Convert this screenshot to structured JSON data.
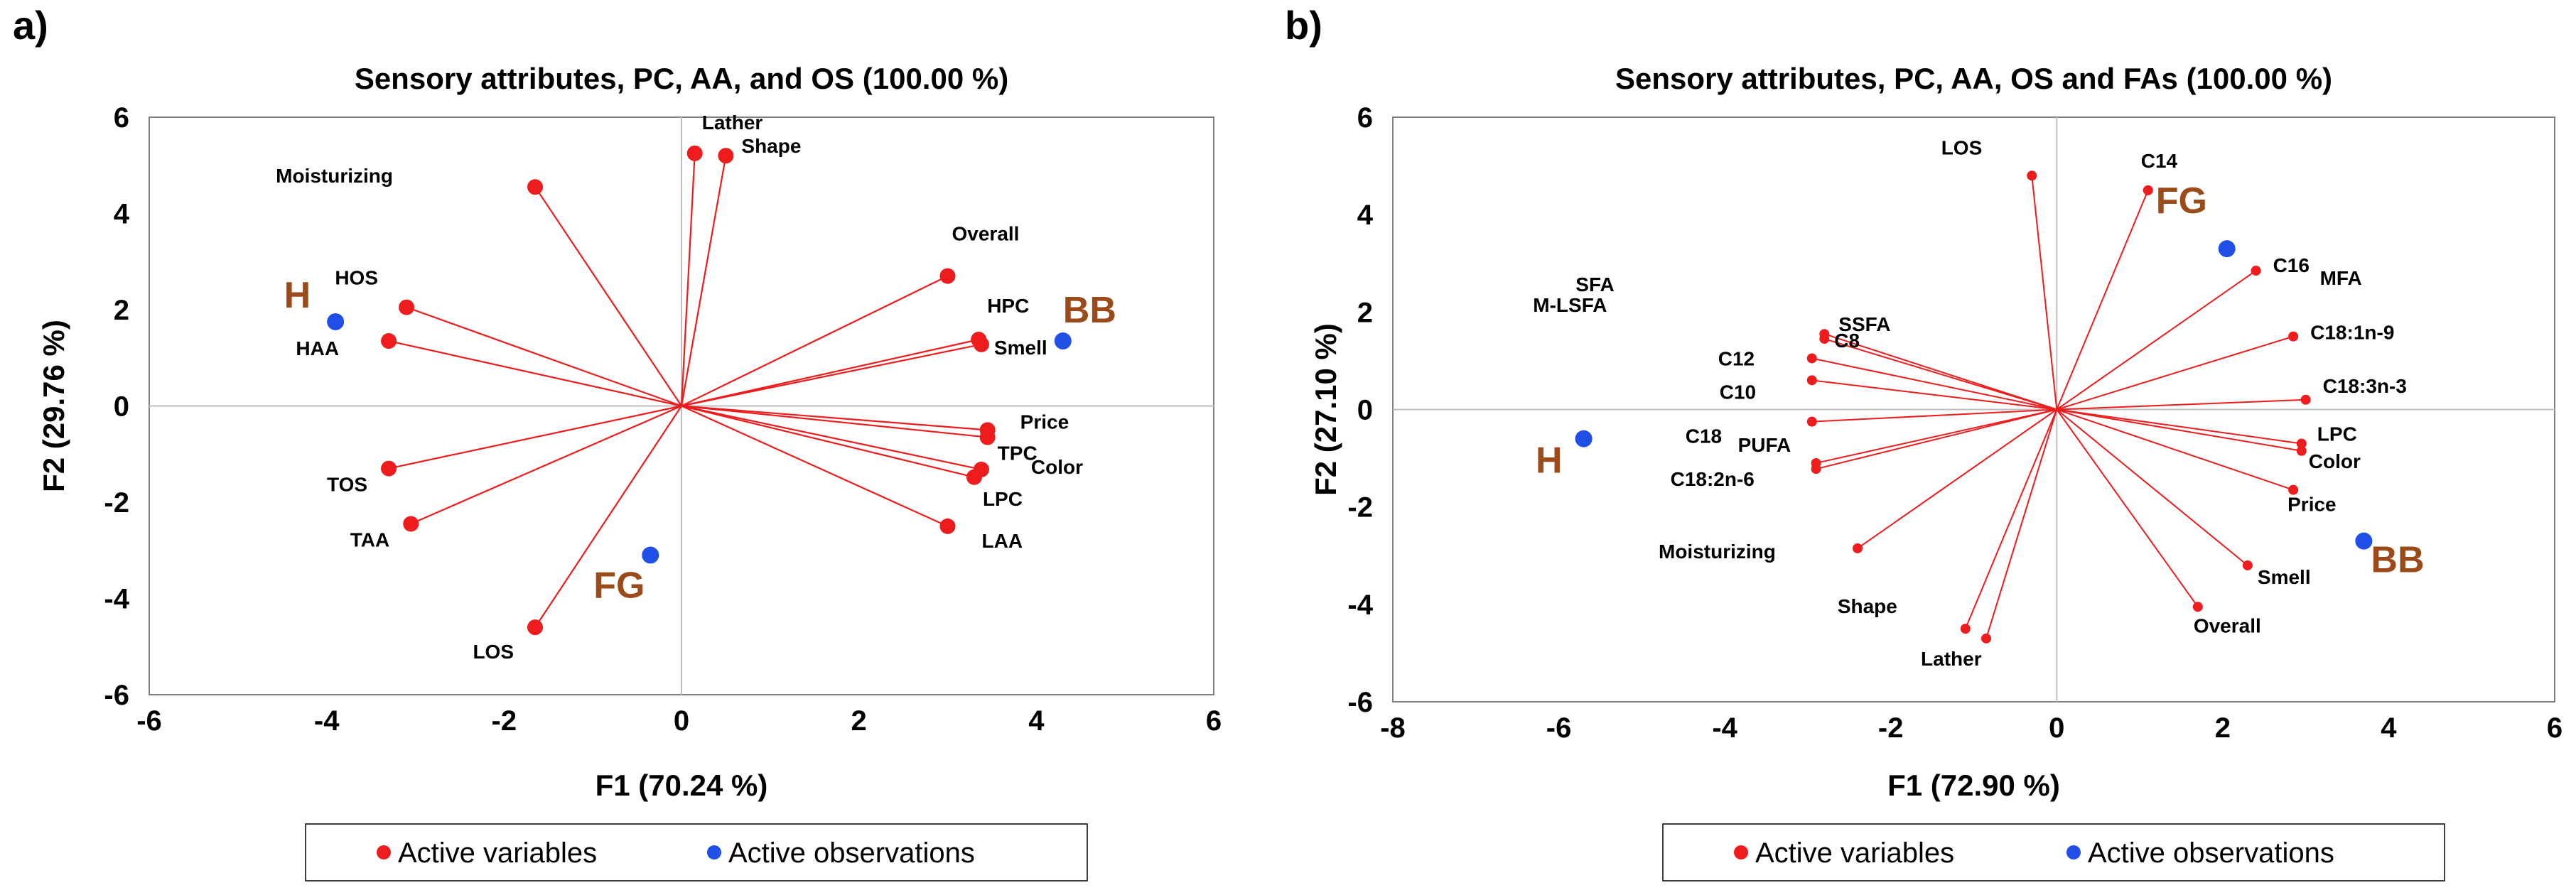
{
  "chart_data": [
    {
      "panel": "a)",
      "type": "scatter",
      "title": "Sensory attributes, PC, AA, and OS (100.00 %)",
      "xlabel": "F1 (70.24 %)",
      "ylabel": "F2 (29.76 %)",
      "xlim": [
        -6,
        6
      ],
      "ylim": [
        -6,
        6
      ],
      "xticks": [
        -6,
        -4,
        -2,
        0,
        2,
        4,
        6
      ],
      "yticks": [
        -6,
        -4,
        -2,
        0,
        2,
        4,
        6
      ],
      "colors": {
        "variables": "#ee1c1c",
        "observations": "#1f4fe6",
        "observation_label": "#9b4a1a",
        "axis": "#bfbfbf"
      },
      "variables": [
        {
          "name": "Lather",
          "x": 0.15,
          "y": 5.25
        },
        {
          "name": "Shape",
          "x": 0.5,
          "y": 5.2
        },
        {
          "name": "Moisturizing",
          "x": -1.65,
          "y": 4.55
        },
        {
          "name": "Overall",
          "x": 3.0,
          "y": 2.7
        },
        {
          "name": "HOS",
          "x": -3.1,
          "y": 2.05
        },
        {
          "name": "HAA",
          "x": -3.3,
          "y": 1.35
        },
        {
          "name": "HPC",
          "x": 3.35,
          "y": 1.38
        },
        {
          "name": "Smell",
          "x": 3.38,
          "y": 1.28
        },
        {
          "name": "Price",
          "x": 3.45,
          "y": -0.5
        },
        {
          "name": "TPC",
          "x": 3.45,
          "y": -0.65
        },
        {
          "name": "Color",
          "x": 3.38,
          "y": -1.32
        },
        {
          "name": "LPC",
          "x": 3.3,
          "y": -1.48
        },
        {
          "name": "LAA",
          "x": 3.0,
          "y": -2.5
        },
        {
          "name": "TOS",
          "x": -3.3,
          "y": -1.3
        },
        {
          "name": "TAA",
          "x": -3.05,
          "y": -2.45
        },
        {
          "name": "LOS",
          "x": -1.65,
          "y": -4.6
        }
      ],
      "observations": [
        {
          "name": "H",
          "x": -3.9,
          "y": 1.75
        },
        {
          "name": "BB",
          "x": 4.3,
          "y": 1.35
        },
        {
          "name": "FG",
          "x": -0.35,
          "y": -3.1
        }
      ],
      "legend": [
        "Active variables",
        "Active observations"
      ],
      "legend_position": "bottom",
      "grid": false
    },
    {
      "panel": "b)",
      "type": "scatter",
      "title": "Sensory attributes, PC, AA, OS and FAs (100.00 %)",
      "xlabel": "F1 (72.90 %)",
      "ylabel": "F2 (27.10 %)",
      "xlim": [
        -8,
        6
      ],
      "ylim": [
        -6,
        6
      ],
      "xticks": [
        -8,
        -6,
        -4,
        -2,
        0,
        2,
        4,
        6
      ],
      "yticks": [
        -6,
        -4,
        -2,
        0,
        2,
        4,
        6
      ],
      "colors": {
        "variables": "#ee1c1c",
        "observations": "#1f4fe6",
        "observation_label": "#9b4a1a",
        "axis": "#bfbfbf"
      },
      "variables": [
        {
          "name": "LOS",
          "x": -0.3,
          "y": 4.8
        },
        {
          "name": "C14",
          "x": 1.1,
          "y": 4.5
        },
        {
          "name": "C16",
          "x": 2.4,
          "y": 2.85
        },
        {
          "name": "MFA",
          "x": null,
          "y": null
        },
        {
          "name": "C18:1n-9",
          "x": 2.85,
          "y": 1.5
        },
        {
          "name": "C18:3n-3",
          "x": 3.0,
          "y": 0.2
        },
        {
          "name": "LPC",
          "x": 2.95,
          "y": -0.7
        },
        {
          "name": "Color",
          "x": 2.95,
          "y": -0.85
        },
        {
          "name": "Price",
          "x": 2.85,
          "y": -1.65
        },
        {
          "name": "Smell",
          "x": 2.3,
          "y": -3.2
        },
        {
          "name": "Overall",
          "x": 1.7,
          "y": -4.05
        },
        {
          "name": "Lather",
          "x": -0.85,
          "y": -4.7
        },
        {
          "name": "Shape",
          "x": -1.1,
          "y": -4.5
        },
        {
          "name": "Moisturizing",
          "x": -2.4,
          "y": -2.85
        },
        {
          "name": "SFA",
          "x": null,
          "y": null
        },
        {
          "name": "M-LSFA",
          "x": null,
          "y": null
        },
        {
          "name": "SSFA",
          "x": -2.8,
          "y": 1.55
        },
        {
          "name": "C8",
          "x": -2.8,
          "y": 1.45
        },
        {
          "name": "C12",
          "x": -2.95,
          "y": 1.05
        },
        {
          "name": "C10",
          "x": -2.95,
          "y": 0.6
        },
        {
          "name": "C18",
          "x": -2.95,
          "y": -0.25
        },
        {
          "name": "PUFA",
          "x": -2.9,
          "y": -1.1
        },
        {
          "name": "C18:2n-6",
          "x": -2.9,
          "y": -1.22
        }
      ],
      "observations": [
        {
          "name": "H",
          "x": -5.7,
          "y": -0.6
        },
        {
          "name": "FG",
          "x": 2.05,
          "y": 3.3
        },
        {
          "name": "BB",
          "x": 3.7,
          "y": -2.7
        }
      ],
      "legend": [
        "Active variables",
        "Active observations"
      ],
      "legend_position": "bottom",
      "grid": false
    }
  ]
}
